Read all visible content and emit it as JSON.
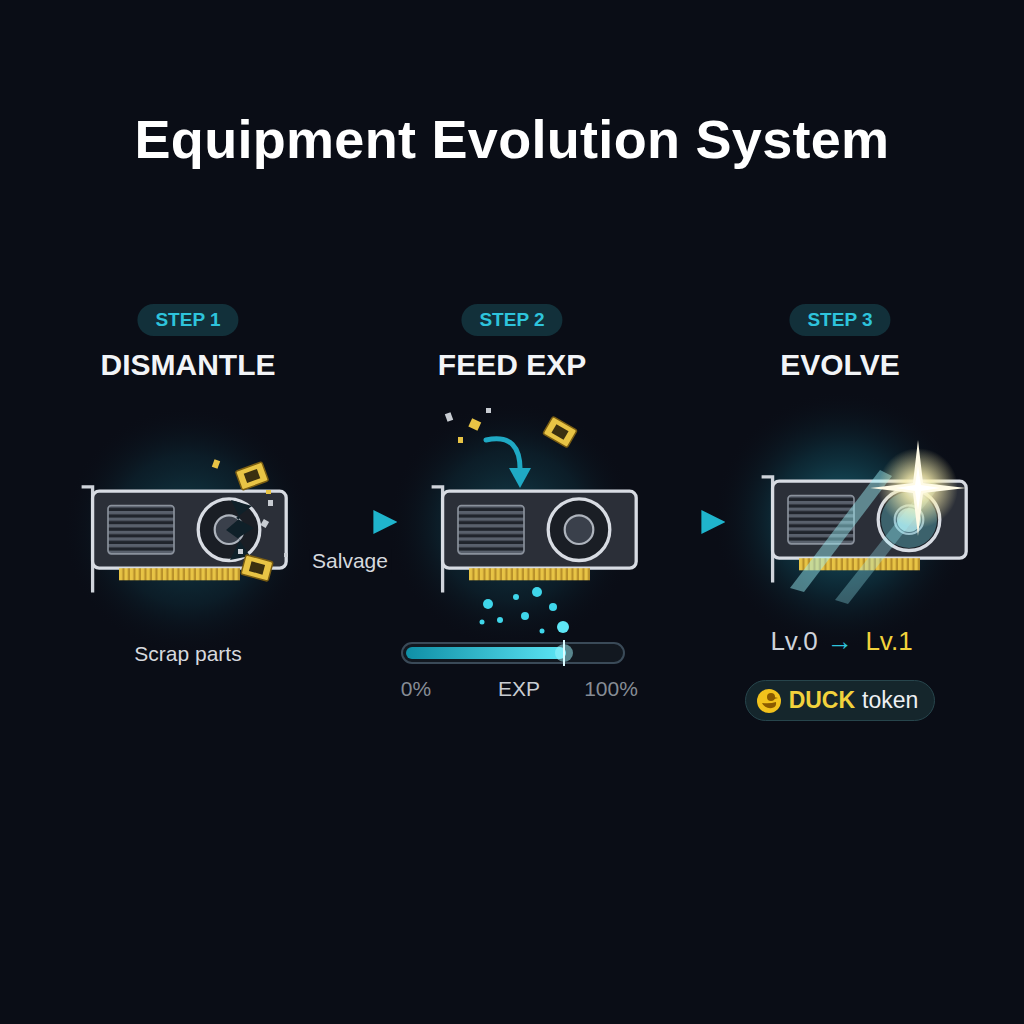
{
  "diagram": {
    "title": "Equipment Evolution System",
    "nodes": [
      {
        "text": [
          "STEP 1",
          "DISMANTLE",
          "Scrap parts"
        ]
      },
      {
        "text": [
          "STEP 2",
          "FEED EXP"
        ]
      },
      {
        "text": [
          "STEP 3",
          "EVOLVE"
        ]
      },
      {
        "text": [
          "DUCK",
          "token"
        ],
        "in": 2
      }
    ],
    "edges": [
      {
        "from": 0,
        "to": 1,
        "label": "Salvage",
        "arrow": "to"
      },
      {
        "from": 1,
        "to": 2,
        "arrow": "to"
      }
    ],
    "labels": [
      "0%",
      "EXP",
      "100%",
      "Lv.0",
      "→",
      "Lv.1"
    ]
  }
}
